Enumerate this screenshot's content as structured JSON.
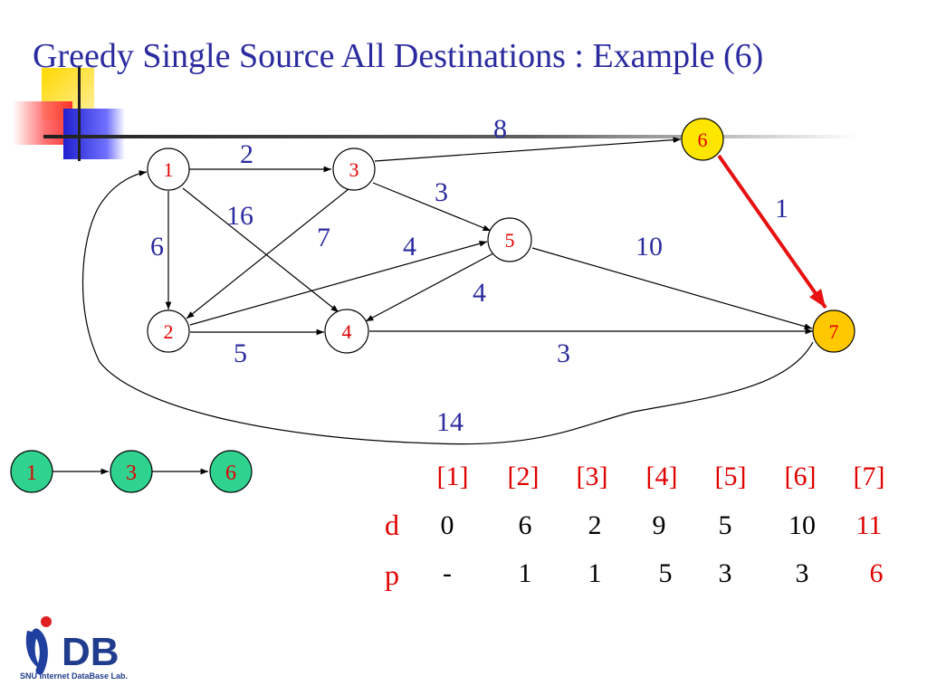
{
  "title": "Greedy Single Source All Destinations : Example (6)",
  "graph": {
    "nodes": [
      {
        "id": "1",
        "label": "1",
        "highlight": "none"
      },
      {
        "id": "2",
        "label": "2",
        "highlight": "none"
      },
      {
        "id": "3",
        "label": "3",
        "highlight": "none"
      },
      {
        "id": "4",
        "label": "4",
        "highlight": "none"
      },
      {
        "id": "5",
        "label": "5",
        "highlight": "none"
      },
      {
        "id": "6",
        "label": "6",
        "highlight": "yellow"
      },
      {
        "id": "7",
        "label": "7",
        "highlight": "orange"
      }
    ],
    "edges": [
      {
        "from": "1",
        "to": "3",
        "weight": "2"
      },
      {
        "from": "3",
        "to": "6",
        "weight": "8"
      },
      {
        "from": "3",
        "to": "5",
        "weight": "3"
      },
      {
        "from": "1",
        "to": "4",
        "weight": "16"
      },
      {
        "from": "1",
        "to": "2",
        "weight": "6"
      },
      {
        "from": "3",
        "to": "2",
        "weight": "7"
      },
      {
        "from": "2",
        "to": "5",
        "weight": "4"
      },
      {
        "from": "5",
        "to": "4",
        "weight": "4"
      },
      {
        "from": "5",
        "to": "7",
        "weight": "10"
      },
      {
        "from": "6",
        "to": "7",
        "weight": "1",
        "highlighted": true
      },
      {
        "from": "2",
        "to": "4",
        "weight": "5"
      },
      {
        "from": "4",
        "to": "7",
        "weight": "3"
      },
      {
        "from": "7",
        "to": "1",
        "weight": "14"
      }
    ]
  },
  "path": [
    "1",
    "3",
    "6"
  ],
  "table": {
    "headers": [
      "[1]",
      "[2]",
      "[3]",
      "[4]",
      "[5]",
      "[6]",
      "[7]"
    ],
    "rows": [
      {
        "label": "d",
        "values": [
          "0",
          "6",
          "2",
          "9",
          "5",
          "10",
          "11"
        ],
        "highlight_last": true
      },
      {
        "label": "p",
        "values": [
          "-",
          "1",
          "1",
          "5",
          "3",
          "3",
          "6"
        ],
        "highlight_last": true
      }
    ]
  },
  "logo": {
    "text": "SNU Internet DataBase Lab."
  },
  "colors": {
    "title": "#2b2ba0",
    "node_label": "#e00000",
    "edge_weight": "#2b2ba0",
    "highlight_edge": "#e81010",
    "node6_fill": "#ffe600",
    "node7_fill": "#ffc800",
    "path_fill": "#2fd38f"
  }
}
